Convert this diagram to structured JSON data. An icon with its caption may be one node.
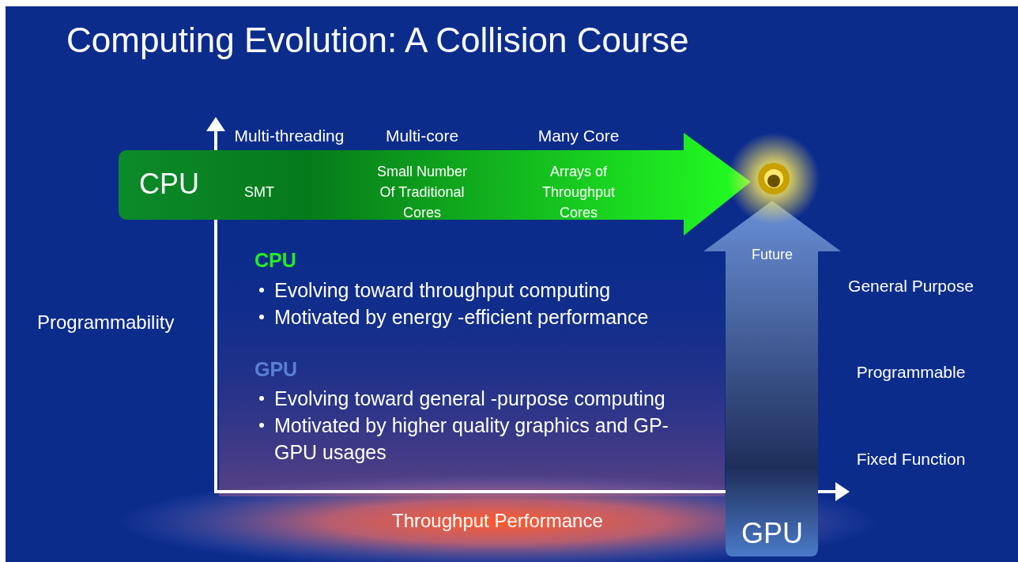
{
  "diagram": {
    "title": "Computing Evolution: A Collision Course",
    "nodes": [
      {
        "text": [
          "CPU",
          "SMT",
          "Small Number Of Traditional Cores",
          "Arrays of Throughput Cores"
        ],
        "beside": [
          "Multi-threading",
          "Multi-core",
          "Many Core"
        ]
      },
      {
        "text": [
          "Future",
          "GPU"
        ],
        "beside": [
          "General Purpose",
          "Programmable",
          "Fixed Function"
        ]
      },
      {
        "text": [],
        "shape": "circle"
      }
    ],
    "edges": [],
    "labels": [
      "Programmability",
      "CPU",
      "Evolving toward throughput computing",
      "Motivated by energy -efficient performance",
      "GPU",
      "Evolving toward general -purpose computing",
      "Motivated by higher quality graphics and GP-GPU usages",
      "Throughput Performance"
    ]
  }
}
